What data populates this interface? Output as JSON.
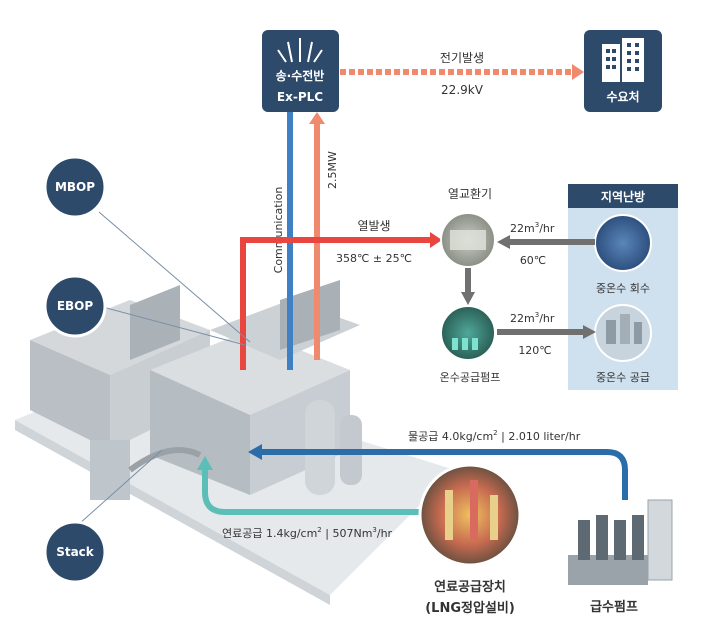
{
  "substation": {
    "line1": "송·수전반",
    "line2": "Ex-PLC"
  },
  "consumer": {
    "label": "수요처"
  },
  "power_arrow": {
    "label_top": "전기발생",
    "label_bottom": "22.9kV"
  },
  "vertical_labels": {
    "communication": "Communication",
    "power": "2.5MW"
  },
  "heat": {
    "label": "열발생",
    "temp": "358℃ ± 25℃"
  },
  "heat_exchanger": {
    "label": "열교환기"
  },
  "district_heating": {
    "title": "지역난방",
    "return_label": "중온수 회수",
    "supply_label": "중온수 공급"
  },
  "flows": {
    "return_rate_base": "22m",
    "return_rate_sup": "3",
    "return_rate_unit": "/hr",
    "return_temp": "60℃",
    "supply_rate_base": "22m",
    "supply_rate_sup": "3",
    "supply_rate_unit": "/hr",
    "supply_temp": "120℃"
  },
  "hot_water_pump": {
    "label": "온수공급펌프"
  },
  "badges": {
    "mbop": "MBOP",
    "ebop": "EBOP",
    "stack": "Stack"
  },
  "water_supply": {
    "base": "물공급 4.0kg/cm",
    "sup": "2",
    "rest": " | 2.010 liter/hr"
  },
  "fuel_supply": {
    "base": "연료공급 1.4kg/cm",
    "sup1": "2",
    "mid": " | 507Nm",
    "sup2": "3",
    "rest": "/hr"
  },
  "fuel_device": {
    "line1": "연료공급장치",
    "line2": "(LNG정압설비)"
  },
  "feed_pump": {
    "label": "급수펌프"
  },
  "colors": {
    "navy": "#2d4a6b",
    "salmon": "#ef8a6e",
    "red": "#e8463f",
    "blue": "#3f7fc4",
    "teal": "#5bbfb8",
    "water": "#2a6da8"
  }
}
